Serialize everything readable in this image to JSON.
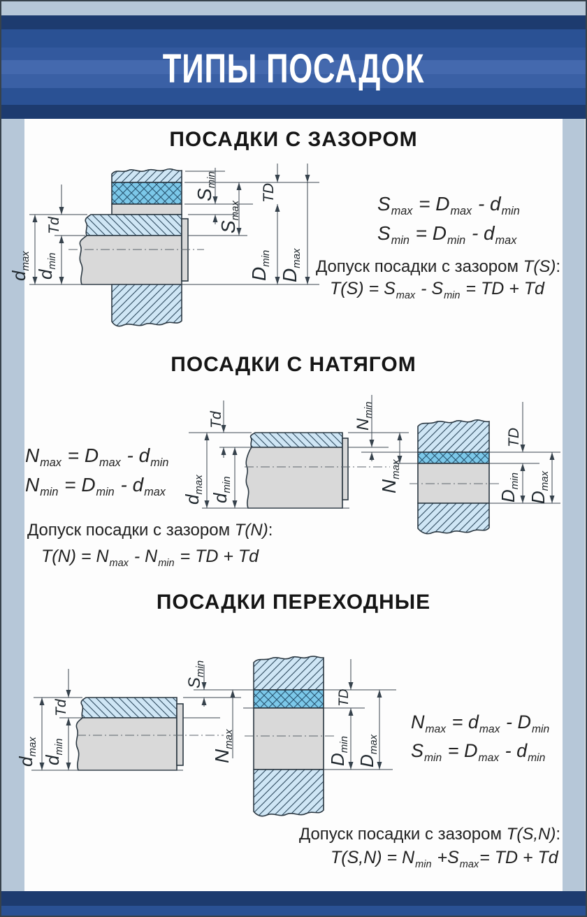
{
  "poster": {
    "title": "ТИПЫ ПОСАДОК"
  },
  "dims": {
    "Smin": {
      "base": "S",
      "sub": "min"
    },
    "Smax": {
      "base": "S",
      "sub": "max"
    },
    "Nmin": {
      "base": "N",
      "sub": "min"
    },
    "Nmax": {
      "base": "N",
      "sub": "max"
    },
    "Dmin": {
      "base": "D",
      "sub": "min"
    },
    "Dmax": {
      "base": "D",
      "sub": "max"
    },
    "dmin": {
      "base": "d",
      "sub": "min"
    },
    "dmax": {
      "base": "d",
      "sub": "max"
    },
    "TD": {
      "base": "TD",
      "sub": ""
    },
    "Td": {
      "base": "Td",
      "sub": ""
    }
  },
  "sections": {
    "clearance": {
      "heading": "ПОСАДКИ С ЗАЗОРОМ",
      "f1": [
        {
          "t": "S"
        },
        {
          "s": "max"
        },
        {
          "t": " = D"
        },
        {
          "s": "max"
        },
        {
          "t": " - d"
        },
        {
          "s": "min"
        }
      ],
      "f2": [
        {
          "t": "S"
        },
        {
          "s": "min"
        },
        {
          "t": " = D"
        },
        {
          "s": "min"
        },
        {
          "t": " - d"
        },
        {
          "s": "max"
        }
      ],
      "label": [
        {
          "t": "Допуск посадки с зазором "
        },
        {
          "i": "T(S)"
        },
        {
          "t": ":"
        }
      ],
      "tf": [
        {
          "t": "T(S) = S"
        },
        {
          "s": "max"
        },
        {
          "t": " - S"
        },
        {
          "s": "min"
        },
        {
          "t": " = TD + Td"
        }
      ]
    },
    "interference": {
      "heading": "ПОСАДКИ С НАТЯГОМ",
      "f1": [
        {
          "t": "N"
        },
        {
          "s": "max"
        },
        {
          "t": " = D"
        },
        {
          "s": "max"
        },
        {
          "t": " - d"
        },
        {
          "s": "min"
        }
      ],
      "f2": [
        {
          "t": "N"
        },
        {
          "s": "min"
        },
        {
          "t": " = D"
        },
        {
          "s": "min"
        },
        {
          "t": " - d"
        },
        {
          "s": "max"
        }
      ],
      "label": [
        {
          "t": "Допуск посадки с зазором "
        },
        {
          "i": "T(N)"
        },
        {
          "t": ":"
        }
      ],
      "tf": [
        {
          "t": "T(N) = N"
        },
        {
          "s": "max"
        },
        {
          "t": " - N"
        },
        {
          "s": "min"
        },
        {
          "t": " = TD + Td"
        }
      ]
    },
    "transition": {
      "heading": "ПОСАДКИ ПЕРЕХОДНЫЕ",
      "f1": [
        {
          "t": "N"
        },
        {
          "s": "max"
        },
        {
          "t": " = d"
        },
        {
          "s": "max"
        },
        {
          "t": " - D"
        },
        {
          "s": "min"
        }
      ],
      "f2": [
        {
          "t": "S"
        },
        {
          "s": "min"
        },
        {
          "t": " = D"
        },
        {
          "s": "max"
        },
        {
          "t": " - d"
        },
        {
          "s": "min"
        }
      ],
      "label": [
        {
          "t": "Допуск посадки с зазором "
        },
        {
          "i": "T(S,N)"
        },
        {
          "t": ":"
        }
      ],
      "tf": [
        {
          "t": "T(S,N) = N"
        },
        {
          "s": "min"
        },
        {
          "t": " +S"
        },
        {
          "s": "max"
        },
        {
          "t": "= TD + Td"
        }
      ]
    }
  }
}
